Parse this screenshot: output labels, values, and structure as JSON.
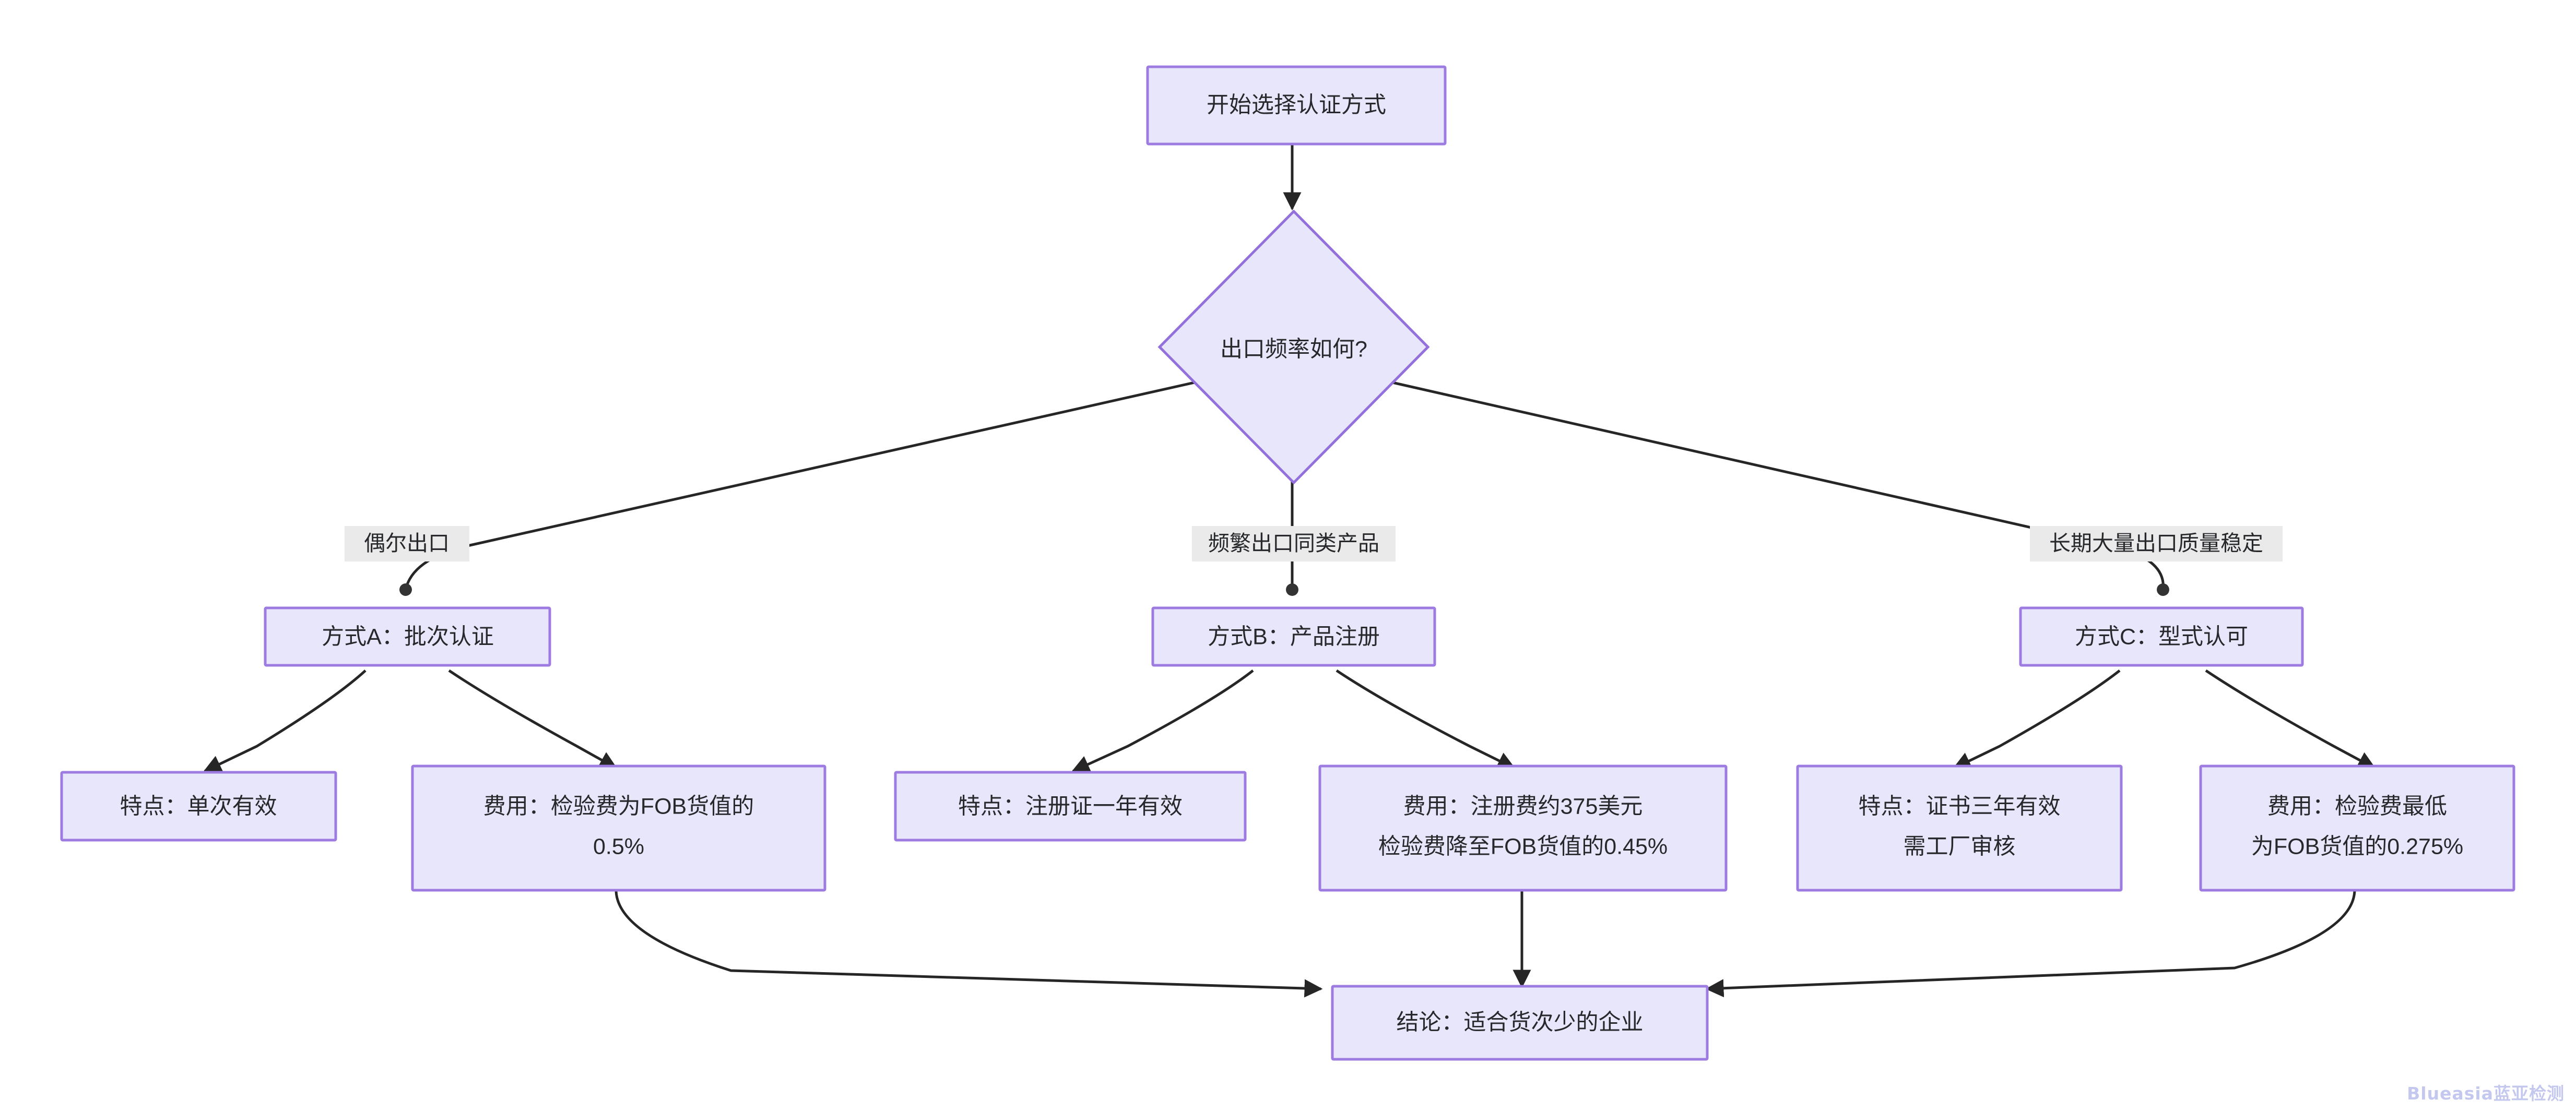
{
  "diagram": {
    "type": "flowchart",
    "orientation": "top-down",
    "title_node": "开始选择认证方式",
    "colors": {
      "node_fill": "#E8E6FB",
      "node_stroke": "#9370DB",
      "edge_stroke": "#262626",
      "edge_label_bg": "#EAEAEA",
      "text": "#27282b",
      "watermark": "#C4C8EE"
    },
    "nodes": {
      "start": {
        "label": "开始选择认证方式",
        "shape": "rect"
      },
      "decision": {
        "label": "出口频率如何?",
        "shape": "diamond"
      },
      "method_a": {
        "label": "方式A：批次认证",
        "shape": "rect"
      },
      "method_b": {
        "label": "方式B：产品注册",
        "shape": "rect"
      },
      "method_c": {
        "label": "方式C：型式认可",
        "shape": "rect"
      },
      "a_feature": {
        "line1": "特点：单次有效",
        "shape": "rect"
      },
      "a_cost": {
        "line1": "费用：检验费为FOB货值的",
        "line2": "0.5%",
        "shape": "rect"
      },
      "b_feature": {
        "line1": "特点：注册证一年有效",
        "shape": "rect"
      },
      "b_cost": {
        "line1": "费用：注册费约375美元",
        "line2": "检验费降至FOB货值的0.45%",
        "shape": "rect"
      },
      "c_feature": {
        "line1": "特点：证书三年有效",
        "line2": "需工厂审核",
        "shape": "rect"
      },
      "c_cost": {
        "line1": "费用：检验费最低",
        "line2": "为FOB货值的0.275%",
        "shape": "rect"
      },
      "conclusion": {
        "label": "结论：适合货次少的企业",
        "shape": "rect"
      }
    },
    "edge_labels": {
      "branch_left": "偶尔出口",
      "branch_middle": "频繁出口同类产品",
      "branch_right": "长期大量出口质量稳定"
    },
    "watermark": "Blueasia蓝亚检测"
  }
}
